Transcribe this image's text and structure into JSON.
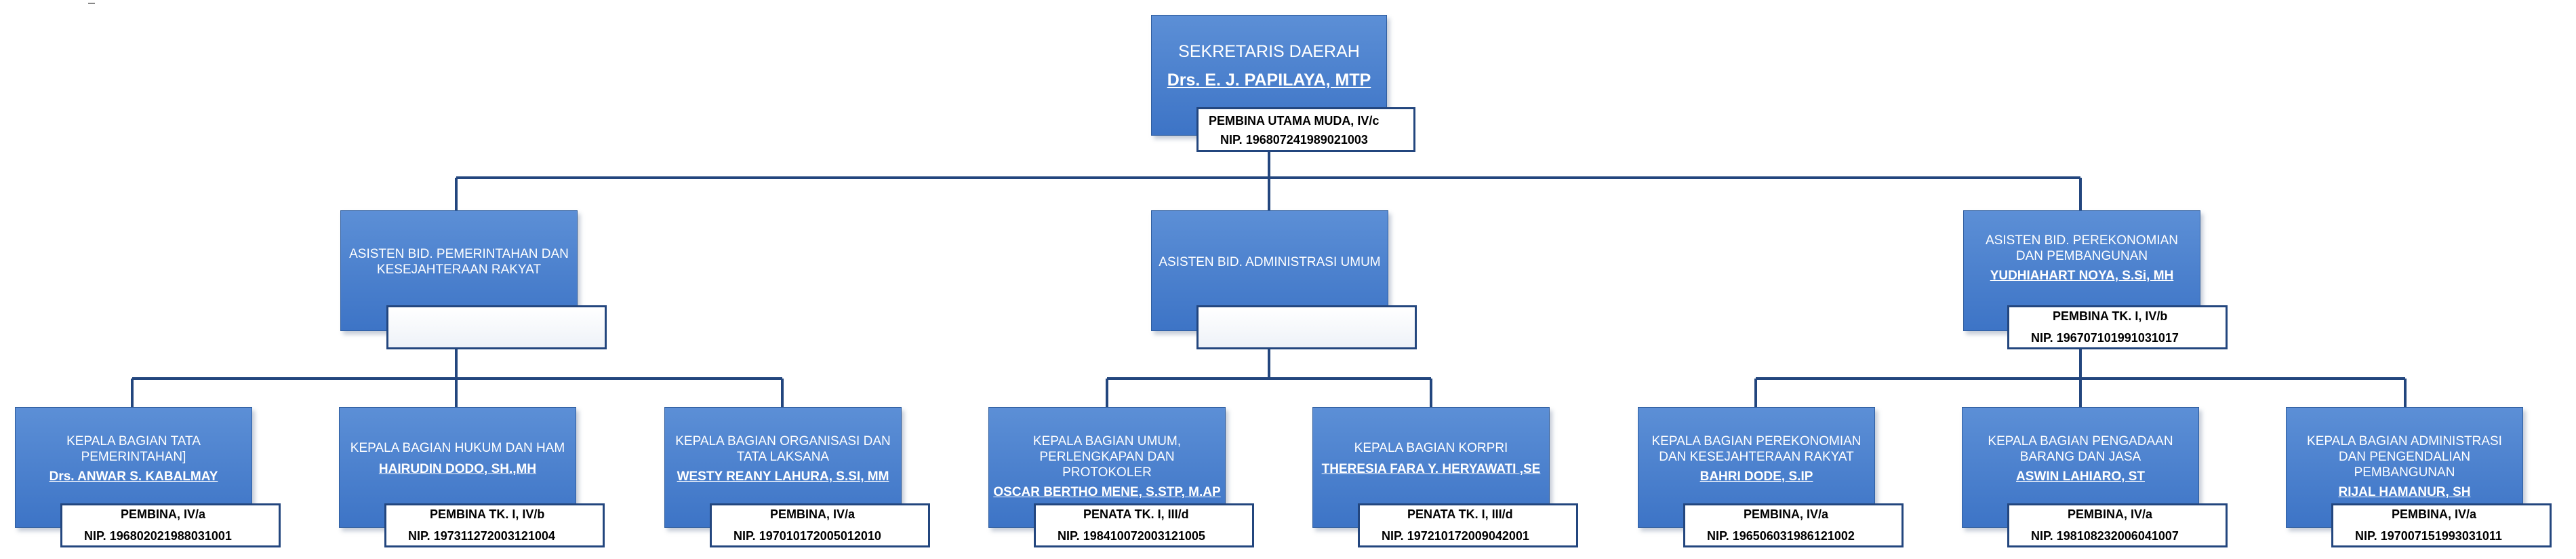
{
  "org_chart": {
    "root": {
      "title": "SEKRETARIS DAERAH",
      "name": "Drs. E. J. PAPILAYA, MTP",
      "rank": "PEMBINA UTAMA MUDA, IV/c",
      "nip": "NIP. 196807241989021003"
    },
    "assistants": [
      {
        "title": "ASISTEN BID. PEMERINTAHAN DAN KESEJAHTERAAN RAKYAT",
        "name": "",
        "rank": "",
        "nip": ""
      },
      {
        "title": "ASISTEN BID. ADMINISTRASI UMUM",
        "name": "",
        "rank": "",
        "nip": ""
      },
      {
        "title": "ASISTEN BID. PEREKONOMIAN DAN PEMBANGUNAN",
        "name": "YUDHIAHART NOYA, S.Si, MH",
        "rank": "PEMBINA TK. I, IV/b",
        "nip": "NIP. 196707101991031017"
      }
    ],
    "heads": [
      {
        "title": "KEPALA BAGIAN TATA PEMERINTAHAN]",
        "name": "Drs. ANWAR S. KABALMAY",
        "rank": "PEMBINA, IV/a",
        "nip": "NIP. 196802021988031001"
      },
      {
        "title": "KEPALA BAGIAN HUKUM DAN HAM",
        "name": "HAIRUDIN DODO, SH.,MH",
        "rank": "PEMBINA TK. I, IV/b",
        "nip": "NIP. 197311272003121004"
      },
      {
        "title": "KEPALA BAGIAN ORGANISASI DAN TATA LAKSANA",
        "name": "WESTY REANY LAHURA, S.SI, MM",
        "rank": "PEMBINA, IV/a",
        "nip": "NIP. 197010172005012010"
      },
      {
        "title": "KEPALA BAGIAN UMUM, PERLENGKAPAN DAN PROTOKOLER",
        "name": "OSCAR BERTHO MENE, S.STP, M.AP",
        "rank": "PENATA TK. I, III/d",
        "nip": "NIP. 198410072003121005"
      },
      {
        "title": "KEPALA BAGIAN KORPRI",
        "name": "THERESIA FARA Y. HERYAWATI ,SE",
        "rank": "PENATA TK. I, III/d",
        "nip": "NIP. 197210172009042001"
      },
      {
        "title": "KEPALA BAGIAN PEREKONOMIAN DAN KESEJAHTERAAN RAKYAT",
        "name": "BAHRI DODE, S.IP",
        "rank": "PEMBINA, IV/a",
        "nip": "NIP. 196506031986121002"
      },
      {
        "title": "KEPALA BAGIAN PENGADAAN BARANG DAN JASA",
        "name": "ASWIN LAHIARO, ST",
        "rank": "PEMBINA, IV/a",
        "nip": "NIP. 198108232006041007"
      },
      {
        "title": "KEPALA BAGIAN ADMINISTRASI DAN PENGENDALIAN PEMBANGUNAN",
        "name": "RIJAL HAMANUR, SH",
        "rank": "PEMBINA, IV/a",
        "nip": "NIP. 197007151993031011"
      }
    ]
  }
}
